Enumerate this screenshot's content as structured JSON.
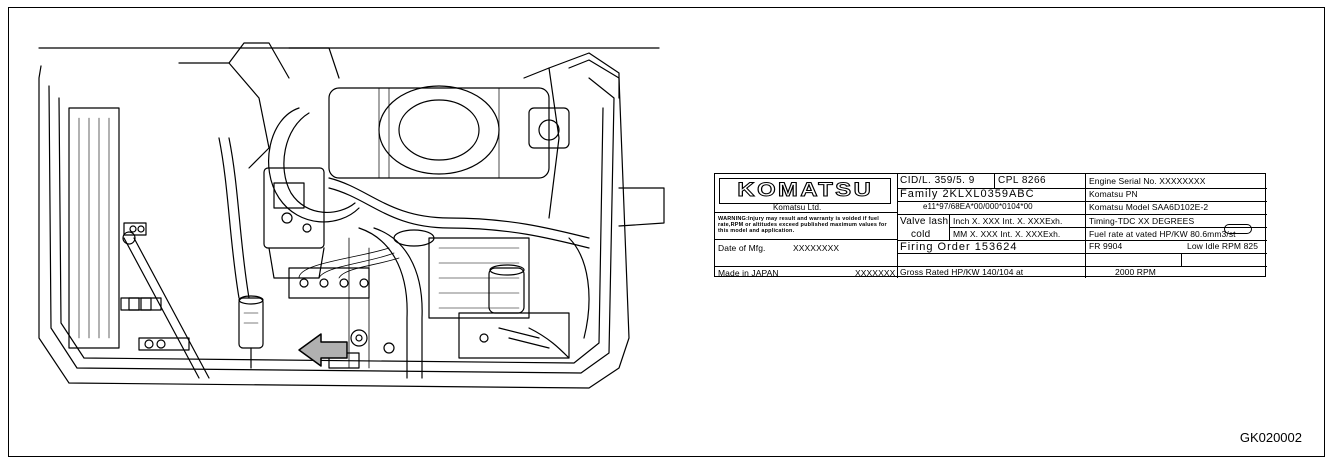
{
  "figure_code": "GK020002",
  "illustration": {
    "subject": "engine-compartment",
    "pointer": "arrow-left-icon",
    "fill_color": "#b0b0b0"
  },
  "plate": {
    "brand": "KOMATSU",
    "maker": "Komatsu Ltd.",
    "warning": "WARNING:Injury may result and warranty is voided if fuel rate,RPM or altitudes exceed published maximum values for this model and application.",
    "date_label": "Date of Mfg.",
    "date_value": "XXXXXXXX",
    "made_in": "Made in JAPAN",
    "made_code": "XXXXXXX",
    "cid": "CID/L. 359/5. 9",
    "cpl": "CPL  8266",
    "family": "Family 2KLXL0359ABC",
    "cert": "e11*97/68EA*00/000*0104*00",
    "valve_lash": "Valve lash",
    "cold": "cold",
    "inch": "Inch X. XXX Int. X. XXXExh.",
    "mm": "MM  X. XXX Int. X. XXXExh.",
    "firing_order": "Firing Order  153624",
    "gross": "Gross Rated HP/KW   140/104   at",
    "rpm": "2000  RPM",
    "serial": "Engine Serial No.  XXXXXXXX",
    "pn": "Komatsu PN",
    "model": "Komatsu Model   SAA6D102E-2",
    "timing": "Timing-TDC     XX DEGREES",
    "fuel": "Fuel rate at vated HP/KW 80.6mm3/st",
    "fr": "FR  9904",
    "low_idle": "Low Idle RPM  825"
  }
}
